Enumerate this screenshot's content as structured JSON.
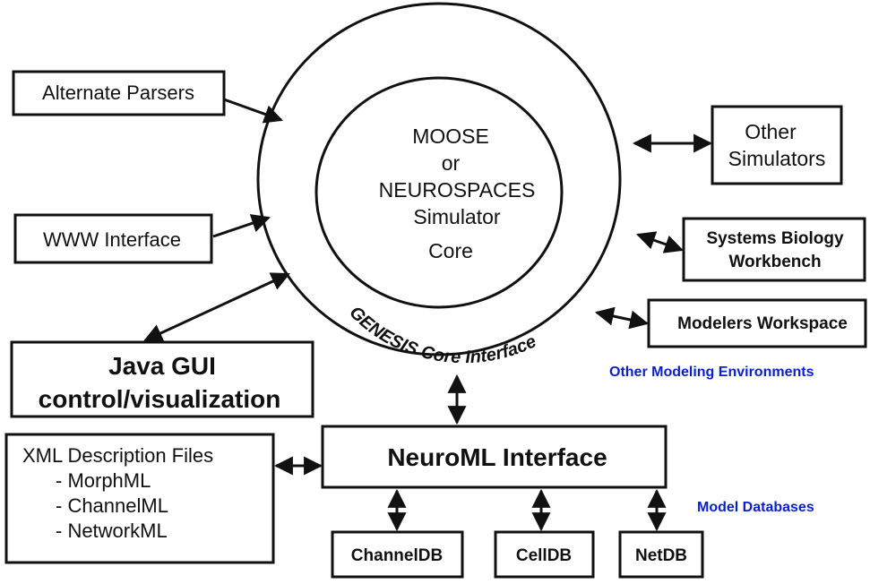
{
  "core": {
    "line1": "MOOSE",
    "line2": "or",
    "line3": "NEUROSPACES",
    "line4": "Simulator",
    "line5": "Core"
  },
  "ring_label": "GENESIS Core Interface",
  "boxes": {
    "alternate_parsers": "Alternate Parsers",
    "www_interface": "WWW Interface",
    "java_gui_line1": "Java GUI",
    "java_gui_line2": "control/visualization",
    "xml_title": "XML Description Files",
    "xml_items": [
      "- MorphML",
      "- ChannelML",
      "- NetworkML"
    ],
    "neuroml_interface": "NeuroML Interface",
    "other_simulators_line1": "Other",
    "other_simulators_line2": "Simulators",
    "systems_biology_line1": "Systems Biology",
    "systems_biology_line2": "Workbench",
    "modelers_workspace": "Modelers Workspace",
    "channeldb": "ChannelDB",
    "celldb": "CellDB",
    "netdb": "NetDB"
  },
  "labels": {
    "other_modeling_environments": "Other Modeling Environments",
    "model_databases": "Model Databases"
  },
  "colors": {
    "line": "#111111",
    "label_blue": "#0a1fcc"
  }
}
